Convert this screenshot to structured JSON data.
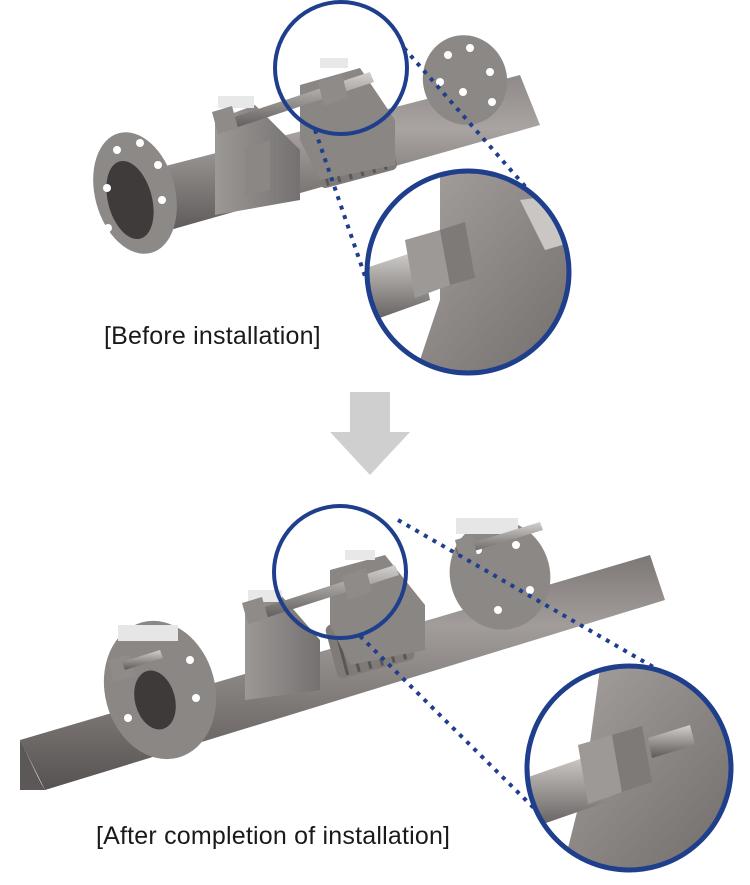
{
  "panels": {
    "before": {
      "caption": "[Before installation]"
    },
    "after": {
      "caption": "[After completion of installation]"
    }
  },
  "colors": {
    "zoom_ring": "#1f3f8c",
    "leader_dots": "#1f3f8c",
    "metal_dark": "#6b6766",
    "metal_mid": "#8e8a88",
    "metal_light": "#b7b3b0",
    "arrow": "#cfcfcf"
  },
  "icons": {
    "transition": "down-arrow"
  }
}
